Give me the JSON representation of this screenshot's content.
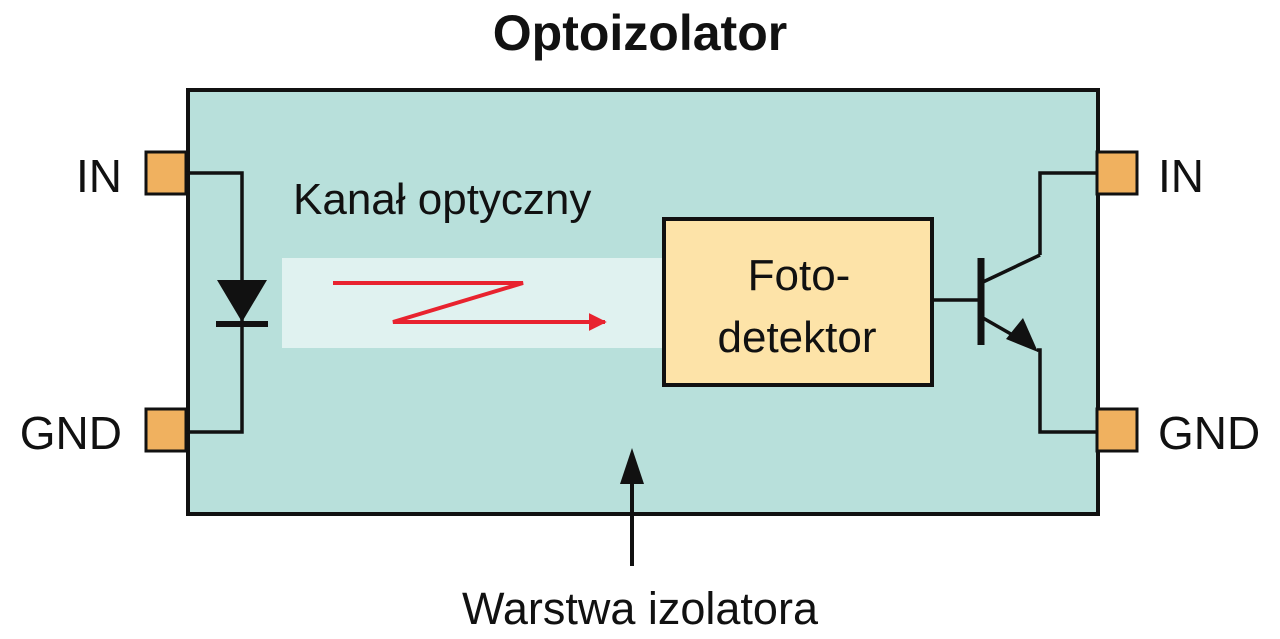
{
  "title": "Optoizolator",
  "pins": {
    "left_top": "IN",
    "left_bottom": "GND",
    "right_top": "IN",
    "right_bottom": "GND"
  },
  "channel_label": "Kanał optyczny",
  "photodetector": {
    "line1": "Foto-",
    "line2": "detektor"
  },
  "insulator_label": "Warstwa izolatora",
  "colors": {
    "package_fill": "#b8e0db",
    "channel_fill": "#e0f2f0",
    "photodetector_fill": "#fde3a8",
    "pin_fill": "#f0b15f",
    "accent_red": "#e8232f",
    "stroke": "#111111"
  },
  "icons": [
    "led-diode-icon",
    "light-zigzag-arrow-icon",
    "npn-phototransistor-icon",
    "pointer-arrow-icon"
  ]
}
